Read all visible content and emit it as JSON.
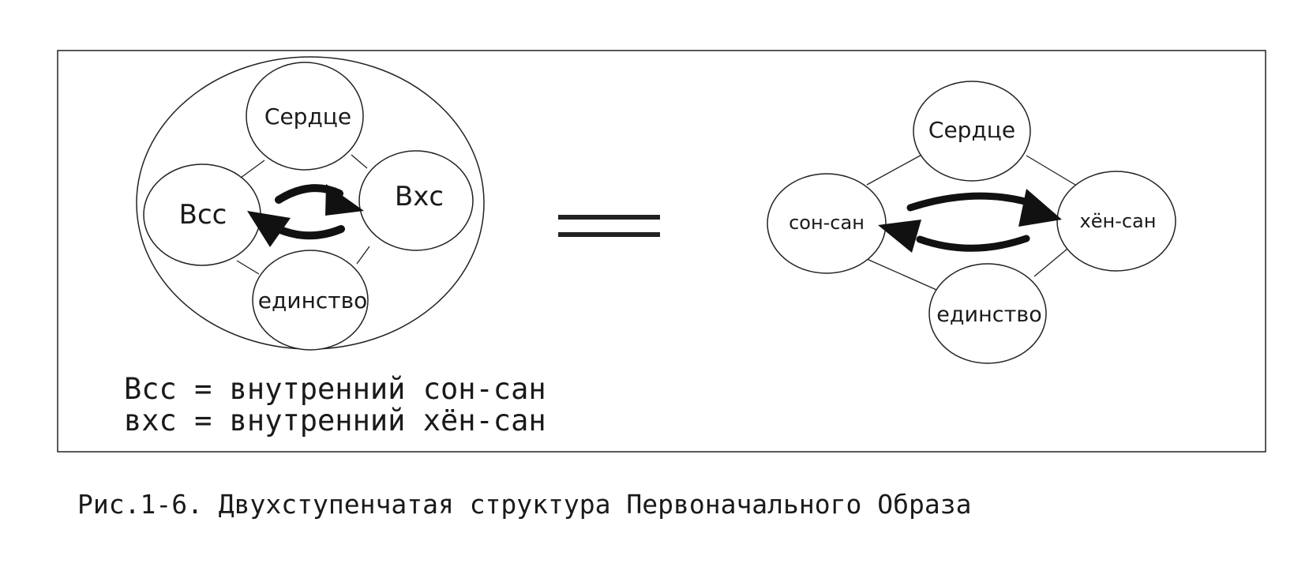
{
  "left_diagram": {
    "nodes": {
      "top": "Сердце",
      "left": "Всс",
      "right": "Вхс",
      "bottom": "единство"
    }
  },
  "equals_sign": "=",
  "right_diagram": {
    "nodes": {
      "top": "Сердце",
      "left": "сон-сан",
      "right": "хён-сан",
      "bottom": "единство"
    }
  },
  "legend": {
    "line1": "Всс = внутренний сон-сан",
    "line2": "вхс = внутренний хён-сан"
  },
  "caption": "Рис.1-6. Двухступенчатая структура Первоначального Образа"
}
